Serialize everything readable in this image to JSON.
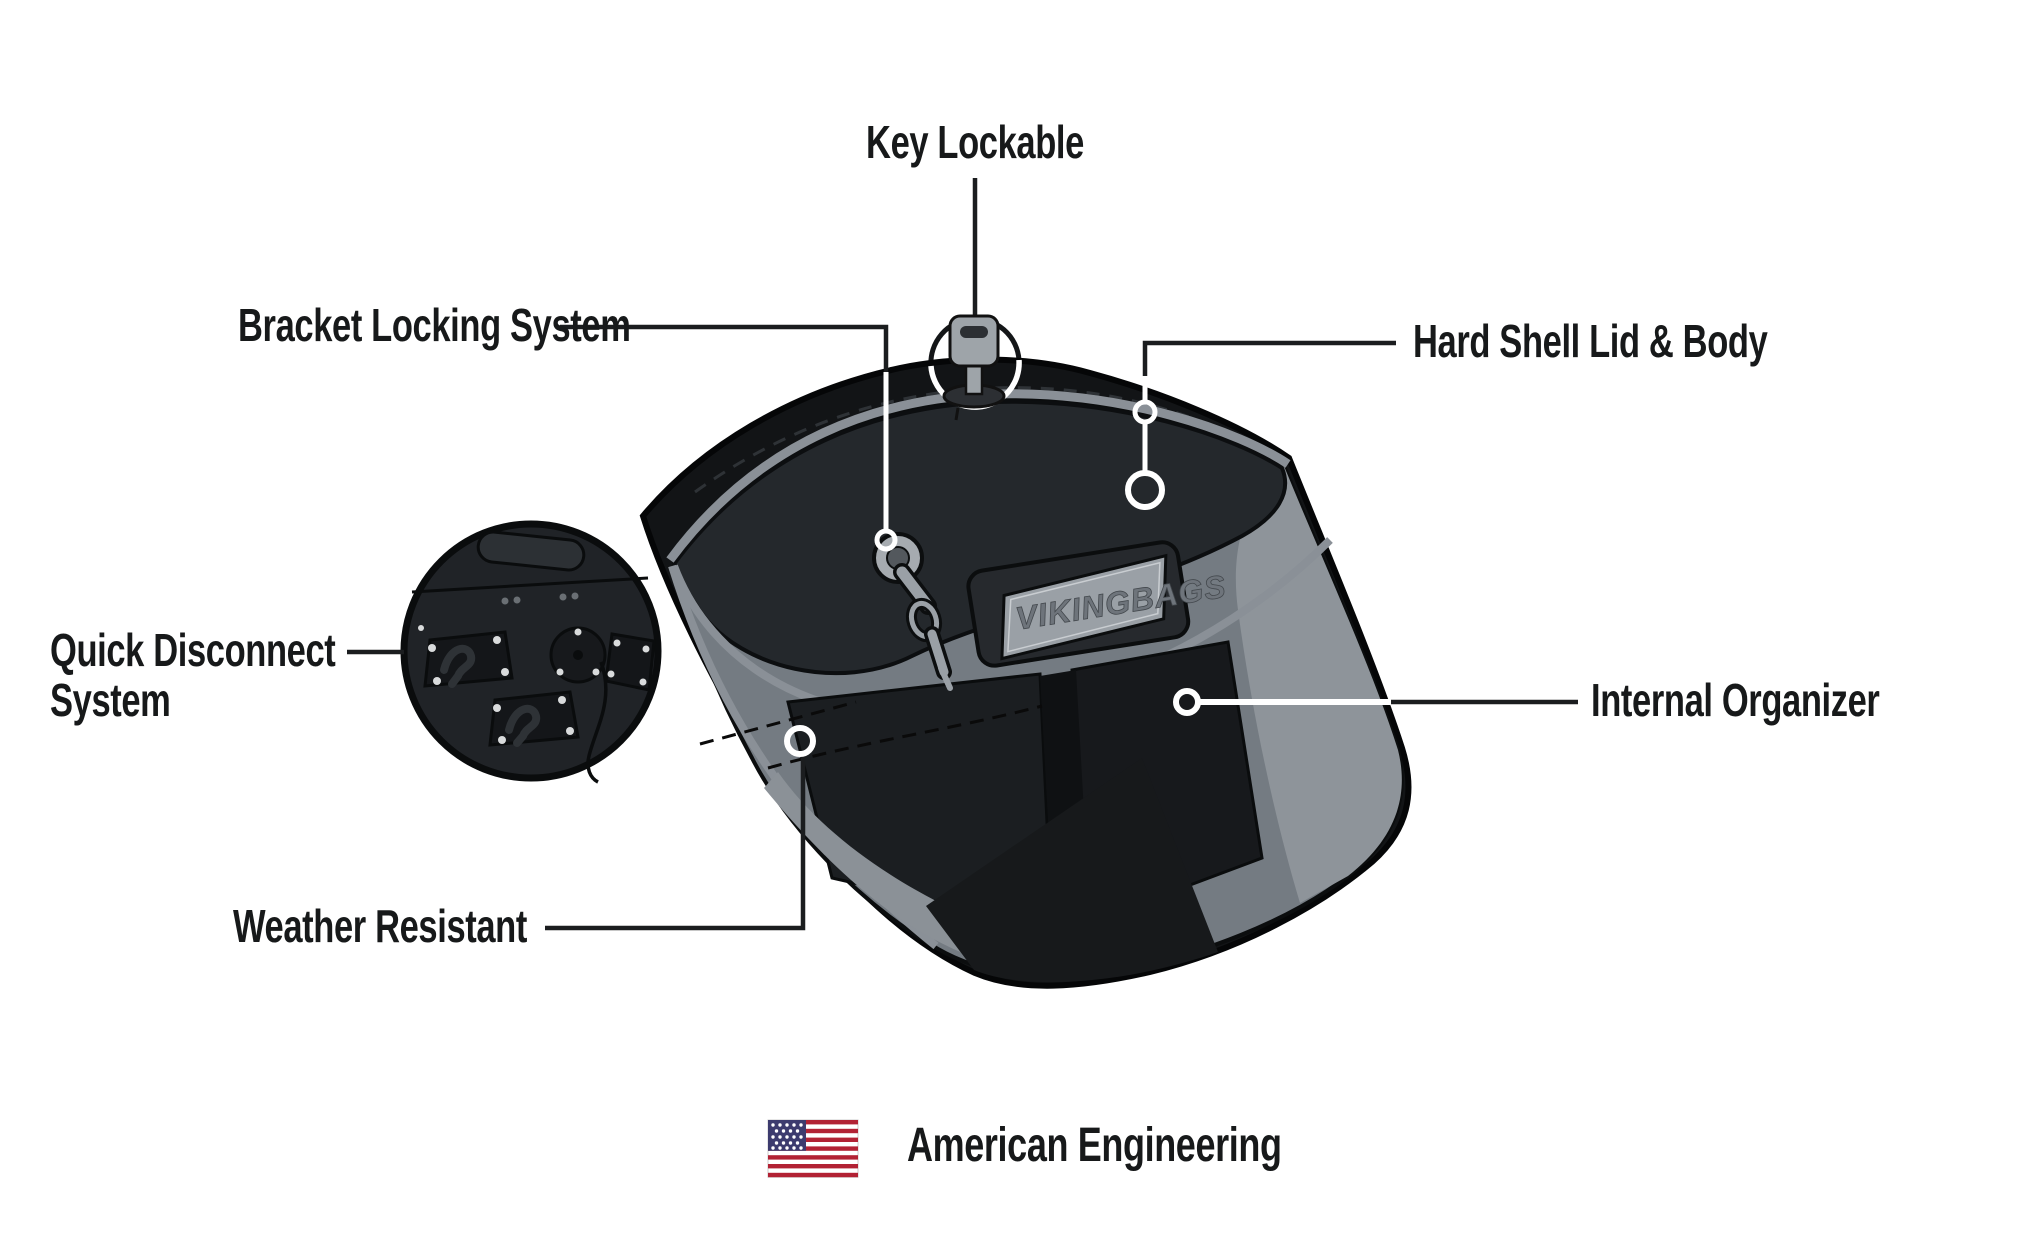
{
  "product": {
    "brand_badge": "VIKINGBAGS"
  },
  "callouts": {
    "key_lockable": {
      "label": "Key Lockable"
    },
    "bracket_locking": {
      "label": "Bracket Locking System"
    },
    "hard_shell": {
      "label": "Hard Shell Lid & Body"
    },
    "quick_disconnect": {
      "label_line1": "Quick Disconnect",
      "label_line2": "System"
    },
    "internal_organizer": {
      "label": "Internal Organizer"
    },
    "weather_resistant": {
      "label": "Weather Resistant"
    }
  },
  "footer": {
    "label": "American Engineering"
  },
  "icons": {
    "key": "key-in-lock-icon",
    "flag": "us-flag-icon",
    "rings": "callout-ring-icon",
    "inset": "quick-disconnect-backplate-inset"
  },
  "colors": {
    "background": "#ffffff",
    "label_text": "#17191a",
    "callout_line": "#1b1d1f",
    "callout_ring": "#ffffff",
    "bag_shell": "#121416",
    "bag_outline": "#050607",
    "interior_gray": "#747b82",
    "interior_light": "#8e949a",
    "trim_gray": "#8a9097",
    "pocket_dark": "#1b1e21",
    "badge_metal": "#9aa0a6",
    "flag_red": "#b22234",
    "flag_blue": "#3c3b6e"
  }
}
